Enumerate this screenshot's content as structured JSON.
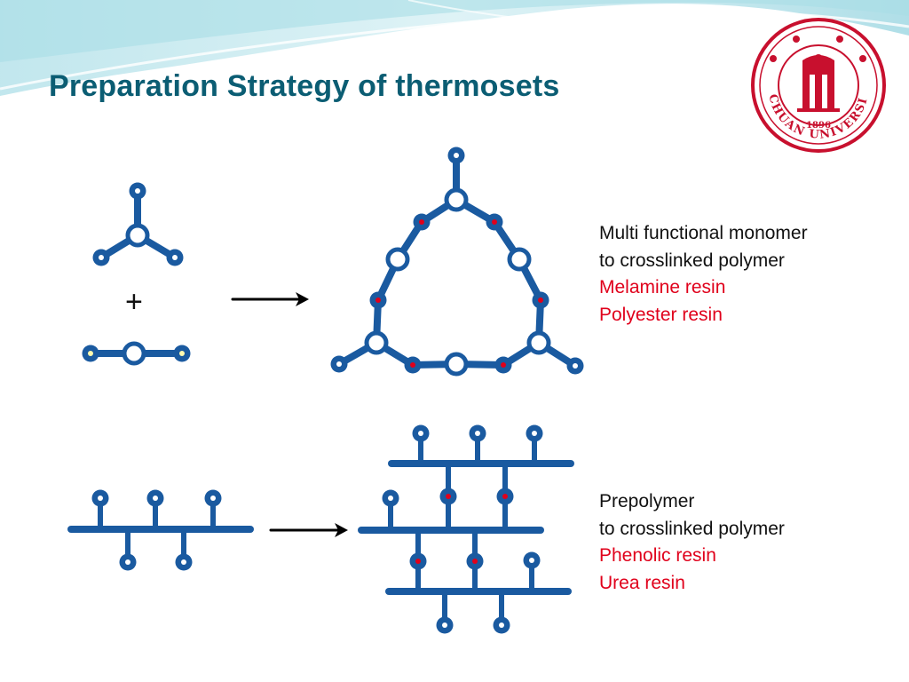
{
  "title": "Preparation Strategy of thermosets",
  "logo": {
    "year": "1896",
    "name": "SICHUAN UNIVERSITY",
    "icon": "sichuan-university-seal-icon"
  },
  "section1": {
    "plus": "+",
    "lines": [
      {
        "text": "Multi functional monomer",
        "color": "#111111"
      },
      {
        "text": "to crosslinked polymer",
        "color": "#111111"
      },
      {
        "text": "Melamine resin",
        "color": "#e0001b"
      },
      {
        "text": "Polyester resin",
        "color": "#e0001b"
      }
    ]
  },
  "section2": {
    "lines": [
      {
        "text": "Prepolymer",
        "color": "#111111"
      },
      {
        "text": "to crosslinked polymer",
        "color": "#111111"
      },
      {
        "text": "Phenolic resin",
        "color": "#e0001b"
      },
      {
        "text": "Urea resin",
        "color": "#e0001b"
      }
    ]
  },
  "colors": {
    "bond": "#1a5aa0",
    "title": "#0b5d73",
    "highlight": "#e0001b",
    "seal": "#c8102e"
  }
}
